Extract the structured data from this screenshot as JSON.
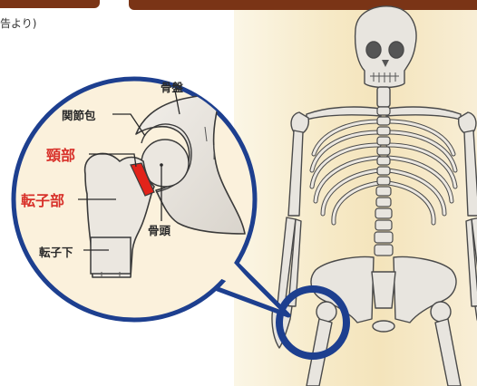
{
  "source_note": "告より)",
  "labels": {
    "pelvis": "骨盤",
    "joint_capsule": "関節包",
    "femoral_head_neck": "頸部",
    "trochanter": "転子部",
    "femoral_head": "骨頭",
    "subtrochanter": "転子下"
  },
  "colors": {
    "header": "#7a3416",
    "zoom_ring": "#1d3f8f",
    "callout_label": "#d8312a",
    "fracture_mark": "#e2231a",
    "bone": "#e8e4dd"
  },
  "icons": {
    "skeleton": "skeleton-illustration",
    "hip_detail": "hip-joint-illustration"
  }
}
